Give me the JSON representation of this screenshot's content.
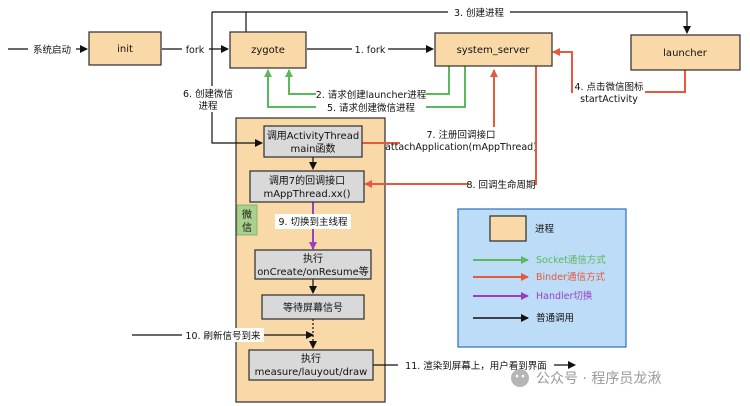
{
  "nodes": {
    "init": "init",
    "zygote": "zygote",
    "system_server": "system_server",
    "launcher": "launcher",
    "wechat_tag": [
      "微",
      "信"
    ],
    "activity_thread": [
      "调用ActivityThread",
      "main函数"
    ],
    "callback": [
      "调用7的回调接口",
      "mAppThread.xx()"
    ],
    "oncreate": [
      "执行",
      "onCreate/onResume等"
    ],
    "wait_vsync": "等待屏幕信号",
    "measure": [
      "执行",
      "measure/lauyout/draw"
    ]
  },
  "labels": {
    "boot": "系统启动",
    "fork_init": "fork",
    "fork1": "1. fork",
    "req_launcher": "2. 请求创建launcher进程",
    "create_process": "3. 创建进程",
    "click_icon": [
      "4. 点击微信图标",
      "startActivity"
    ],
    "req_wechat": "5. 请求创建微信进程",
    "create_wechat": [
      "6. 创建微信",
      "进程"
    ],
    "register_cb": [
      "7. 注册回调接口",
      "attachApplication(mAppThread)"
    ],
    "lifecycle": "8. 回调生命周期",
    "switch_main": "9. 切换到主线程",
    "refresh": "10. 刷新信号到来",
    "render": "11. 渲染到屏幕上，用户看到界面"
  },
  "legend": {
    "process": "进程",
    "socket": "Socket通信方式",
    "binder": "Binder通信方式",
    "handler": "Handler切换",
    "normal": "普通调用"
  },
  "watermark": "公众号 · 程序员龙湫",
  "colors": {
    "green": "#5cb85c",
    "red": "#e55a3c",
    "purple": "#9b3fc0",
    "black": "#111111",
    "process_fill": "#fad9a8",
    "inner_fill": "#d9d9d9",
    "legend_bg": "#bcdcf7",
    "legend_border": "#2a6fc0",
    "wechat_tag": "#a9d18e"
  }
}
